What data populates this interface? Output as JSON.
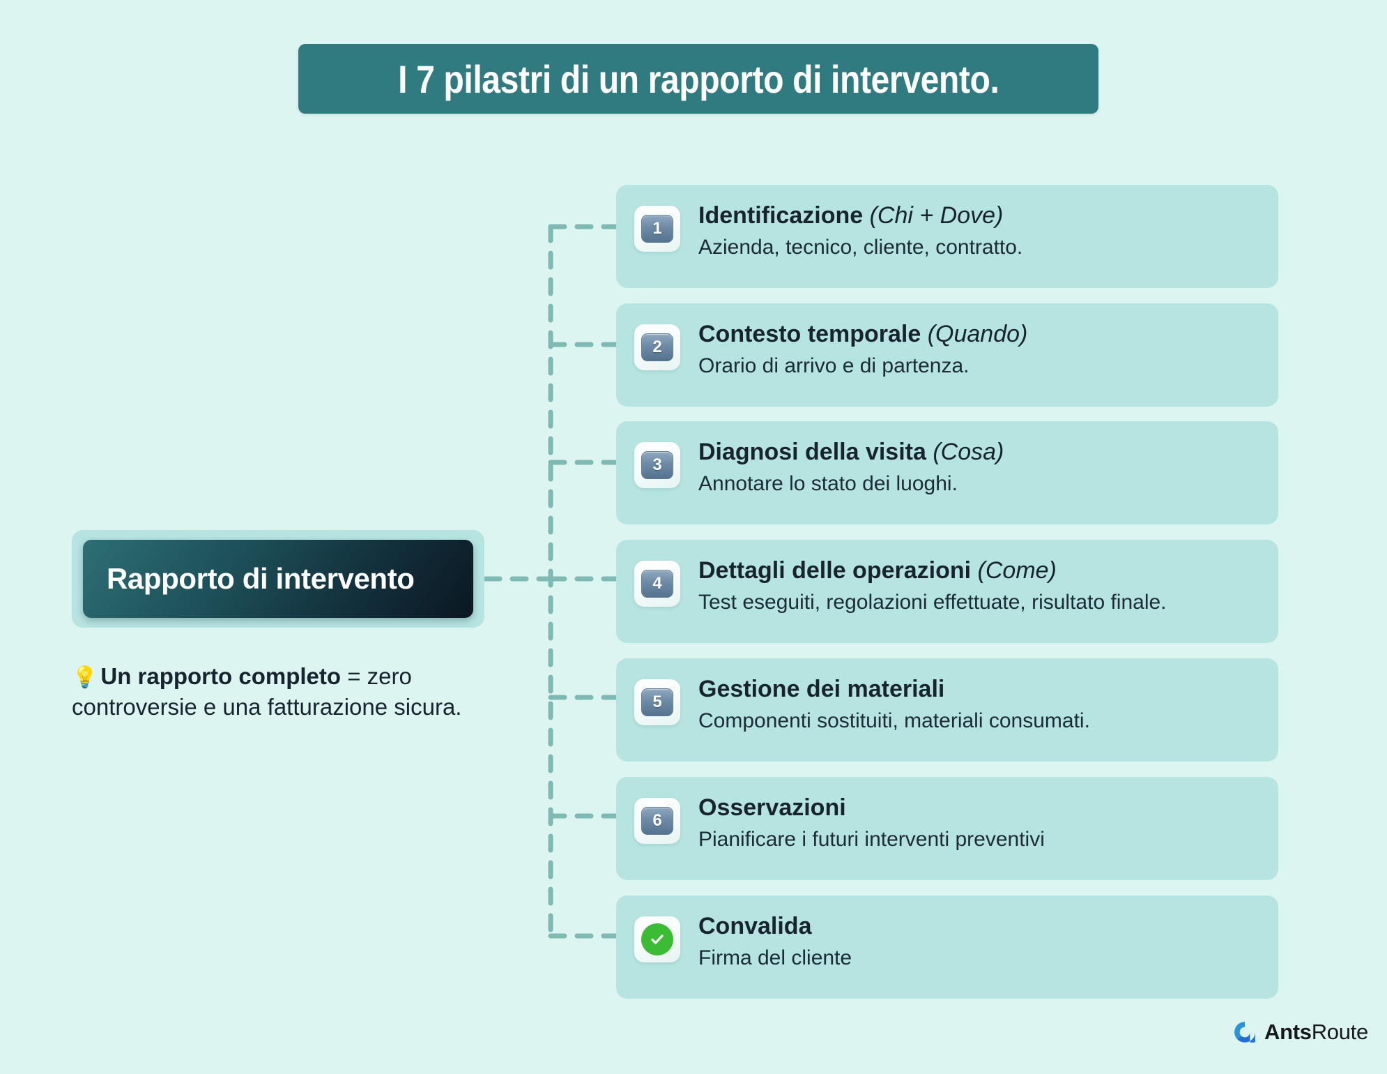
{
  "page": {
    "background_color": "#ddf5f1",
    "title": "I 7 pilastri di un rapporto di intervento.",
    "title_bg_color": "#2f7b80"
  },
  "root": {
    "label": "Rapporto di intervento",
    "note_icon": "💡",
    "note_bold": "Un rapporto completo",
    "note_rest": " = zero controversie e una fatturazione sicura."
  },
  "cards": [
    {
      "badge": "1",
      "badge_type": "number",
      "title": "Identificazione",
      "title_paren": "(Chi + Dove)",
      "subtitle": "Azienda, tecnico, cliente, contratto."
    },
    {
      "badge": "2",
      "badge_type": "number",
      "title": "Contesto temporale",
      "title_paren": "(Quando)",
      "subtitle": "Orario di arrivo e di partenza."
    },
    {
      "badge": "3",
      "badge_type": "number",
      "title": "Diagnosi della visita",
      "title_paren": "(Cosa)",
      "subtitle": "Annotare lo stato dei luoghi."
    },
    {
      "badge": "4",
      "badge_type": "number",
      "title": "Dettagli delle operazioni",
      "title_paren": "(Come)",
      "subtitle": "Test eseguiti, regolazioni effettuate, risultato finale."
    },
    {
      "badge": "5",
      "badge_type": "number",
      "title": "Gestione dei materiali",
      "title_paren": "",
      "subtitle": "Componenti sostituiti, materiali consumati."
    },
    {
      "badge": "6",
      "badge_type": "number",
      "title": "Osservazioni",
      "title_paren": "",
      "subtitle": "Pianificare i futuri interventi preventivi"
    },
    {
      "badge": "check",
      "badge_type": "check",
      "title": "Convalida",
      "title_paren": "",
      "subtitle": "Firma del cliente"
    }
  ],
  "logo": {
    "mark": "antsroute-logo-icon",
    "name_bold": "Ants",
    "name_light": "Route",
    "mark_color": "#1f6fd6"
  },
  "colors": {
    "card_bg": "#b6e4e0",
    "connector": "#7fb9b4",
    "check_green": "#3cbc35",
    "text_dark": "#17242f"
  }
}
